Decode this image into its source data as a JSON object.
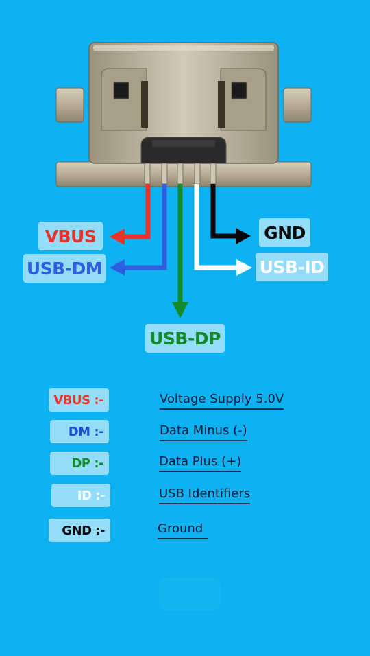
{
  "pins": {
    "vbus": {
      "label": "VBUS",
      "color": "#e8322a"
    },
    "dm": {
      "label": "USB-DM",
      "color": "#2f5fe0"
    },
    "dp": {
      "label": "USB-DP",
      "color": "#138a2c"
    },
    "id": {
      "label": "USB-ID",
      "color": "#ffffff"
    },
    "gnd": {
      "label": "GND",
      "color": "#0a0a0a"
    }
  },
  "legend": [
    {
      "key": "VBUS :-",
      "desc": "Voltage Supply 5.0V",
      "color": "#e8322a"
    },
    {
      "key": "DM :-",
      "desc": "Data Minus (-)",
      "color": "#1f4fd0"
    },
    {
      "key": "DP :-",
      "desc": "Data Plus (+)",
      "color": "#138a2c"
    },
    {
      "key": "ID :-",
      "desc": "USB Identifiers",
      "color": "#ffffff"
    },
    {
      "key": "GND :-",
      "desc": "Ground",
      "color": "#0a0a0a"
    }
  ],
  "colors": {
    "background": "#0fb2f0",
    "connector": "#b9ae9a",
    "tag_bg": "#aae4fa"
  }
}
